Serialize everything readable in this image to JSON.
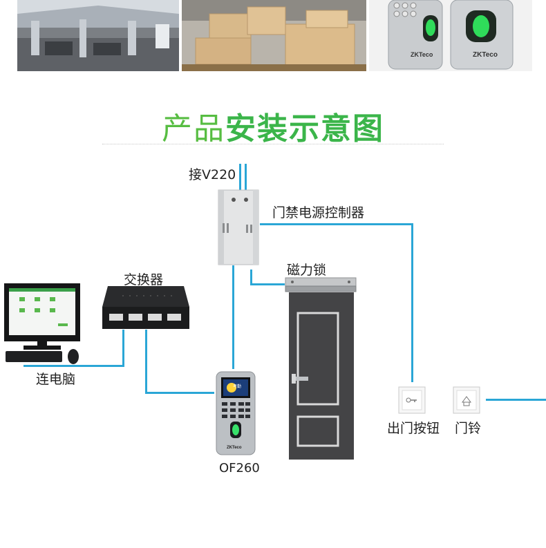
{
  "title": {
    "part1": "产品",
    "part2": "安装示意图"
  },
  "labels": {
    "power_in": "接V220",
    "controller": "门禁电源控制器",
    "maglock": "磁力锁",
    "switch": "交换器",
    "computer": "连电脑",
    "device": "OF260",
    "exit_button": "出门按钮",
    "doorbell": "门铃"
  },
  "device_brand": "ZKTeco",
  "device_screen_text": "考勤",
  "colors": {
    "title_green": "#3bb54a",
    "wire_blue": "#2aa6d6",
    "door_gray": "#444446"
  }
}
